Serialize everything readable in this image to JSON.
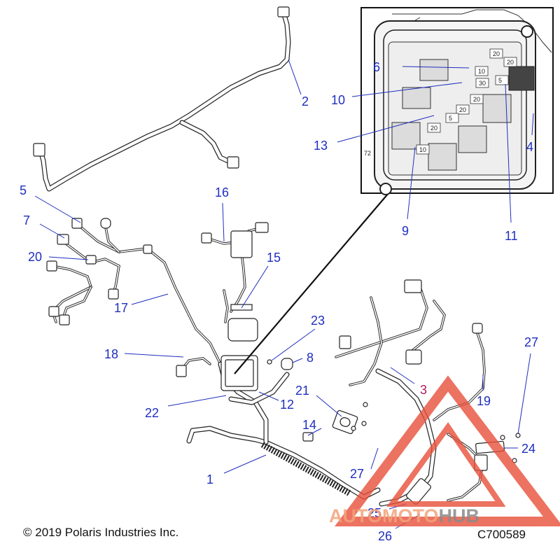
{
  "callouts": {
    "c1": "1",
    "c2": "2",
    "c3": "3",
    "c4": "4",
    "c5": "5",
    "c6": "6",
    "c7": "7",
    "c8": "8",
    "c9": "9",
    "c10": "10",
    "c11": "11",
    "c12": "12",
    "c13": "13",
    "c14": "14",
    "c15": "15",
    "c16": "16",
    "c17": "17",
    "c18": "18",
    "c19": "19",
    "c20": "20",
    "c21": "21",
    "c22": "22",
    "c23": "23",
    "c24": "24",
    "c25": "25",
    "c26": "26",
    "c27a": "27",
    "c27b": "27"
  },
  "inset": {
    "fuse_labels": [
      "20",
      "20",
      "10",
      "30",
      "5",
      "20",
      "5",
      "20",
      "20",
      "10"
    ],
    "corner_mark": "72"
  },
  "footer": {
    "copyright": "© 2019 Polaris Industries Inc.",
    "part_code": "C700589"
  },
  "watermark": {
    "part_a": "AUTOMOTO",
    "part_b": "HUB",
    "triangle_color": "#e8503a",
    "text_color_a": "#f3a37a",
    "text_color_b": "#8a8a8a"
  },
  "colors": {
    "callout": "#1f2fbf"
  }
}
